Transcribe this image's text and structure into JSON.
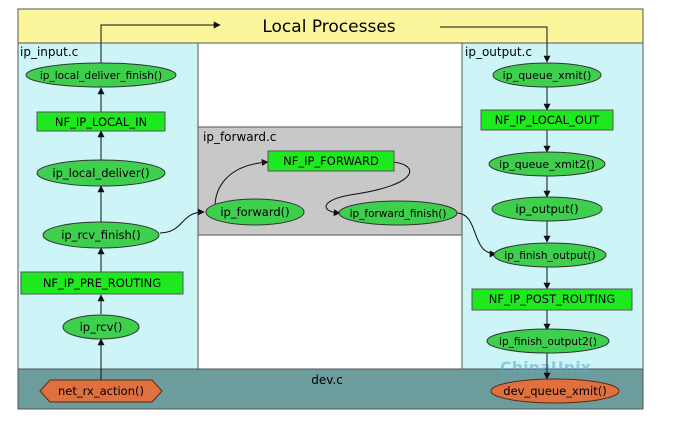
{
  "regions": {
    "local_processes": "Local Processes",
    "ip_input": "ip_input.c",
    "ip_output": "ip_output.c",
    "ip_forward": "ip_forward.c",
    "dev": "dev.c"
  },
  "nodes": {
    "ip_local_deliver_finish": "ip_local_deliver_finish()",
    "nf_ip_local_in": "NF_IP_LOCAL_IN",
    "ip_local_deliver": "ip_local_deliver()",
    "ip_rcv_finish": "ip_rcv_finish()",
    "nf_ip_pre_routing": "NF_IP_PRE_ROUTING",
    "ip_rcv": "ip_rcv()",
    "net_rx_action": "net_rx_action()",
    "nf_ip_forward": "NF_IP_FORWARD",
    "ip_forward": "ip_forward()",
    "ip_forward_finish": "ip_forward_finish()",
    "ip_queue_xmit": "ip_queue_xmit()",
    "nf_ip_local_out": "NF_IP_LOCAL_OUT",
    "ip_queue_xmit2": "ip_queue_xmit2()",
    "ip_output": "ip_output()",
    "ip_finish_output": "ip_finish_output()",
    "nf_ip_post_routing": "NF_IP_POST_ROUTING",
    "ip_finish_output2": "ip_finish_output2()",
    "dev_queue_xmit": "dev_queue_xmit()"
  },
  "watermark": "ChinaUnix",
  "colors": {
    "header_fill": "#fbf59b",
    "input_output_fill": "#cdf5f8",
    "forward_fill": "#c8c8c8",
    "dev_fill": "#6d9c9c",
    "node_fill": "#3fcf4f",
    "hook_fill": "#1ee81e",
    "endpoint_fill": "#e0703e"
  }
}
